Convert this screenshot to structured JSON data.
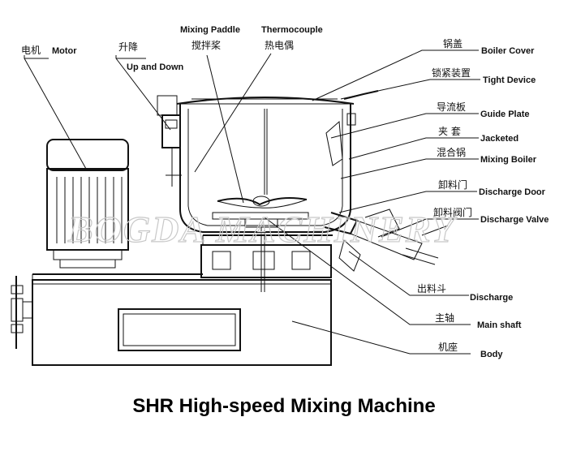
{
  "title": "SHR High-speed Mixing Machine",
  "watermark": "BOGDA MACHINERY",
  "labels": {
    "motor": {
      "cn": "电机",
      "en": "Motor"
    },
    "up_down": {
      "cn": "升降",
      "en": "Up and Down"
    },
    "mixing_paddle": {
      "cn": "搅拌桨",
      "en": "Mixing Paddle"
    },
    "thermocouple": {
      "cn": "热电偶",
      "en": "Thermocouple"
    },
    "boiler_cover": {
      "cn": "锅盖",
      "en": "Boiler Cover"
    },
    "tight_device": {
      "cn": "锁紧装置",
      "en": "Tight Device"
    },
    "guide_plate": {
      "cn": "导流板",
      "en": "Guide Plate"
    },
    "jacketed": {
      "cn": "夹 套",
      "en": "Jacketed"
    },
    "mixing_boiler": {
      "cn": "混合锅",
      "en": "Mixing Boiler"
    },
    "discharge_door": {
      "cn": "卸料门",
      "en": "Discharge Door"
    },
    "discharge_valve": {
      "cn": "卸料阀门",
      "en": "Discharge Valve"
    },
    "discharge": {
      "cn": "出料斗",
      "en": "Discharge"
    },
    "main_shaft": {
      "cn": "主轴",
      "en": "Main shaft"
    },
    "body": {
      "cn": "机座",
      "en": "Body"
    }
  }
}
